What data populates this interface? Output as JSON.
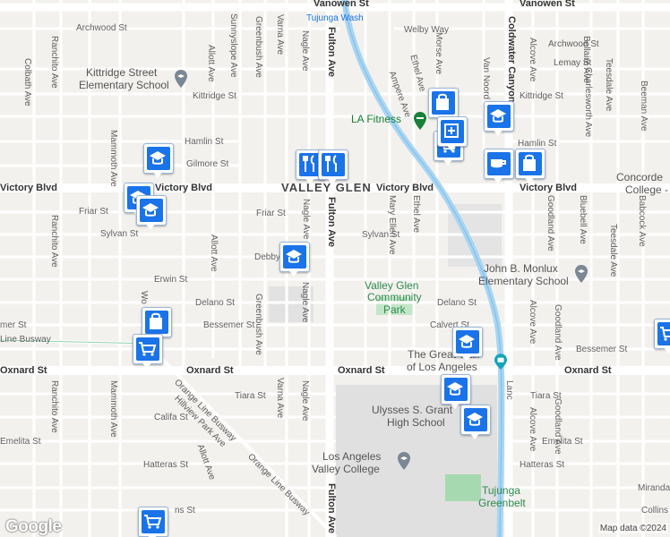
{
  "map": {
    "attribution": "Google",
    "copyright": "Map data ©2024",
    "colors": {
      "road": "#ffffff",
      "major_road": "#ffffff",
      "wash": "#a8d5f2",
      "park": "#c3e6c9",
      "school": "#dcdcdc",
      "marker": "#1a73e8",
      "water_label": "#1a73e8"
    }
  },
  "streets": {
    "vanowen": "Vanowen St",
    "archwood_w": "Archwood St",
    "archwood_e": "Archwood St",
    "welby": "Welby Way",
    "lemay": "Lemay St",
    "kittridge_w": "Kittridge St",
    "kittridge_e": "Kittridge St",
    "hamlin_w": "Hamlin St",
    "hamlin_e": "Hamlin St",
    "gilmore": "Gilmore St",
    "victory_w": "Victory Blvd",
    "victory_c": "Victory Blvd",
    "victory_e": "Victory Blvd",
    "friar_w": "Friar St",
    "friar_c": "Friar St",
    "sylvan_w": "Sylvan St",
    "sylvan_c": "Sylvan St",
    "debby": "Debby",
    "erwin": "Erwin St",
    "delano_w": "Delano St",
    "delano_e": "Delano St",
    "bessemer_w": "Bessemer St",
    "bessemer_w2": "mer St",
    "bessemer_e": "Bessemer St",
    "calvert": "Calvert St",
    "oxnard_w": "Oxnard St",
    "oxnard_c": "Oxnard St",
    "oxnard_e": "Oxnard St",
    "tiara_w": "Tiara St",
    "tiara_e": "Tiara St",
    "califa": "Califa St",
    "emelita_w": "Emelita St",
    "emelita_e": "Emelita St",
    "hatteras_w": "Hatteras St",
    "hatteras_e": "Hatteras St",
    "miranda": "Miranda",
    "collins": "Collins",
    "ns_w": "ns St",
    "line_busway": "Line Busway",
    "orange_line_1": "Orange Line Busway",
    "orange_line_2": "Orange Line Busway",
    "hillview": "Hillview Park Ave",
    "allott_s": "Allott Ave",
    "ranchito_n": "Ranchito Ave",
    "ranchito_s": "Ranchito Ave",
    "ranchito_c": "Ranchito Ave",
    "colbath": "Colbath Ave",
    "mammoth_n": "Mammoth Ave",
    "mammoth_s": "Mammoth Ave",
    "wo": "Wo",
    "allott_n": "Allott Ave",
    "allott_c": "Allott Ave",
    "sunnyslope": "Sunnyslope Ave",
    "greenbush_n": "Greenbush Ave",
    "greenbush_s": "Greenbush Ave",
    "varna_n": "Varna Ave",
    "varna_s": "Varna Ave",
    "nagle_n": "Nagle Ave",
    "nagle_c": "Nagle Ave",
    "nagle_s": "Nagle Ave",
    "nagle_ss": "Nagle Ave",
    "fulton_n": "Fulton Ave",
    "fulton_c": "Fulton Ave",
    "fulton_s": "Fulton Ave",
    "ethel_n": "Ethel Ave",
    "ethel_c": "Ethel Ave",
    "ampere": "Ampere Ave",
    "morse": "Morse Ave",
    "van_noord": "Van Noord",
    "mary_ellen": "Mary Ellen Ave",
    "coldwater": "Coldwater Canyon",
    "alcove_n": "Alcove Ave",
    "alcove_s": "Alcove Ave",
    "alcove_ss": "Alcove Ave",
    "goodland_n": "Goodland Ave",
    "goodland_s": "Goodland Ave",
    "goodland_ss": "Goodland Ave",
    "bluebell": "Bluebell Ave",
    "teesdale_n": "Teesdale Ave",
    "teesdale_c": "Teesdale Ave",
    "charlesworth": "Charlesworth Ave",
    "bellaire": "Bellaire Ave",
    "beeman": "Beeman Ave",
    "babcock": "Babcock Ave",
    "lanc": "Lanc"
  },
  "places": {
    "tujunga_wash": "Tujunga Wash",
    "kittridge_school_1": "Kittridge Street",
    "kittridge_school_2": "Elementary School",
    "la_fitness": "LA Fitness",
    "valley_glen": "VALLEY GLEN",
    "concorde_1": "Concorde",
    "concorde_2": "College -",
    "monlux_1": "John B. Monlux",
    "monlux_2": "Elementary School",
    "park_1": "Valley Glen",
    "park_2": "Community",
    "park_3": "Park",
    "great_wall_1": "The Great Wall",
    "great_wall_2": "of Los Angeles",
    "grant_1": "Ulysses S. Grant",
    "grant_2": "High School",
    "lavc_1": "Los Angeles",
    "lavc_2": "Valley College",
    "greenbelt_1": "Tujunga",
    "greenbelt_2": "Greenbelt"
  },
  "markers": [
    {
      "icon": "school-icon"
    },
    {
      "icon": "school-icon"
    },
    {
      "icon": "school-icon"
    },
    {
      "icon": "school-icon"
    },
    {
      "icon": "school-icon"
    },
    {
      "icon": "school-icon"
    },
    {
      "icon": "school-icon"
    },
    {
      "icon": "school-icon"
    },
    {
      "icon": "shopping-bag-icon"
    },
    {
      "icon": "shopping-bag-icon"
    },
    {
      "icon": "shopping-bag-icon"
    },
    {
      "icon": "shopping-cart-icon"
    },
    {
      "icon": "shopping-cart-icon"
    },
    {
      "icon": "shopping-cart-icon"
    },
    {
      "icon": "shopping-cart-icon"
    },
    {
      "icon": "restaurant-icon"
    },
    {
      "icon": "restaurant-icon"
    },
    {
      "icon": "cafe-icon"
    },
    {
      "icon": "pharmacy-icon"
    }
  ]
}
